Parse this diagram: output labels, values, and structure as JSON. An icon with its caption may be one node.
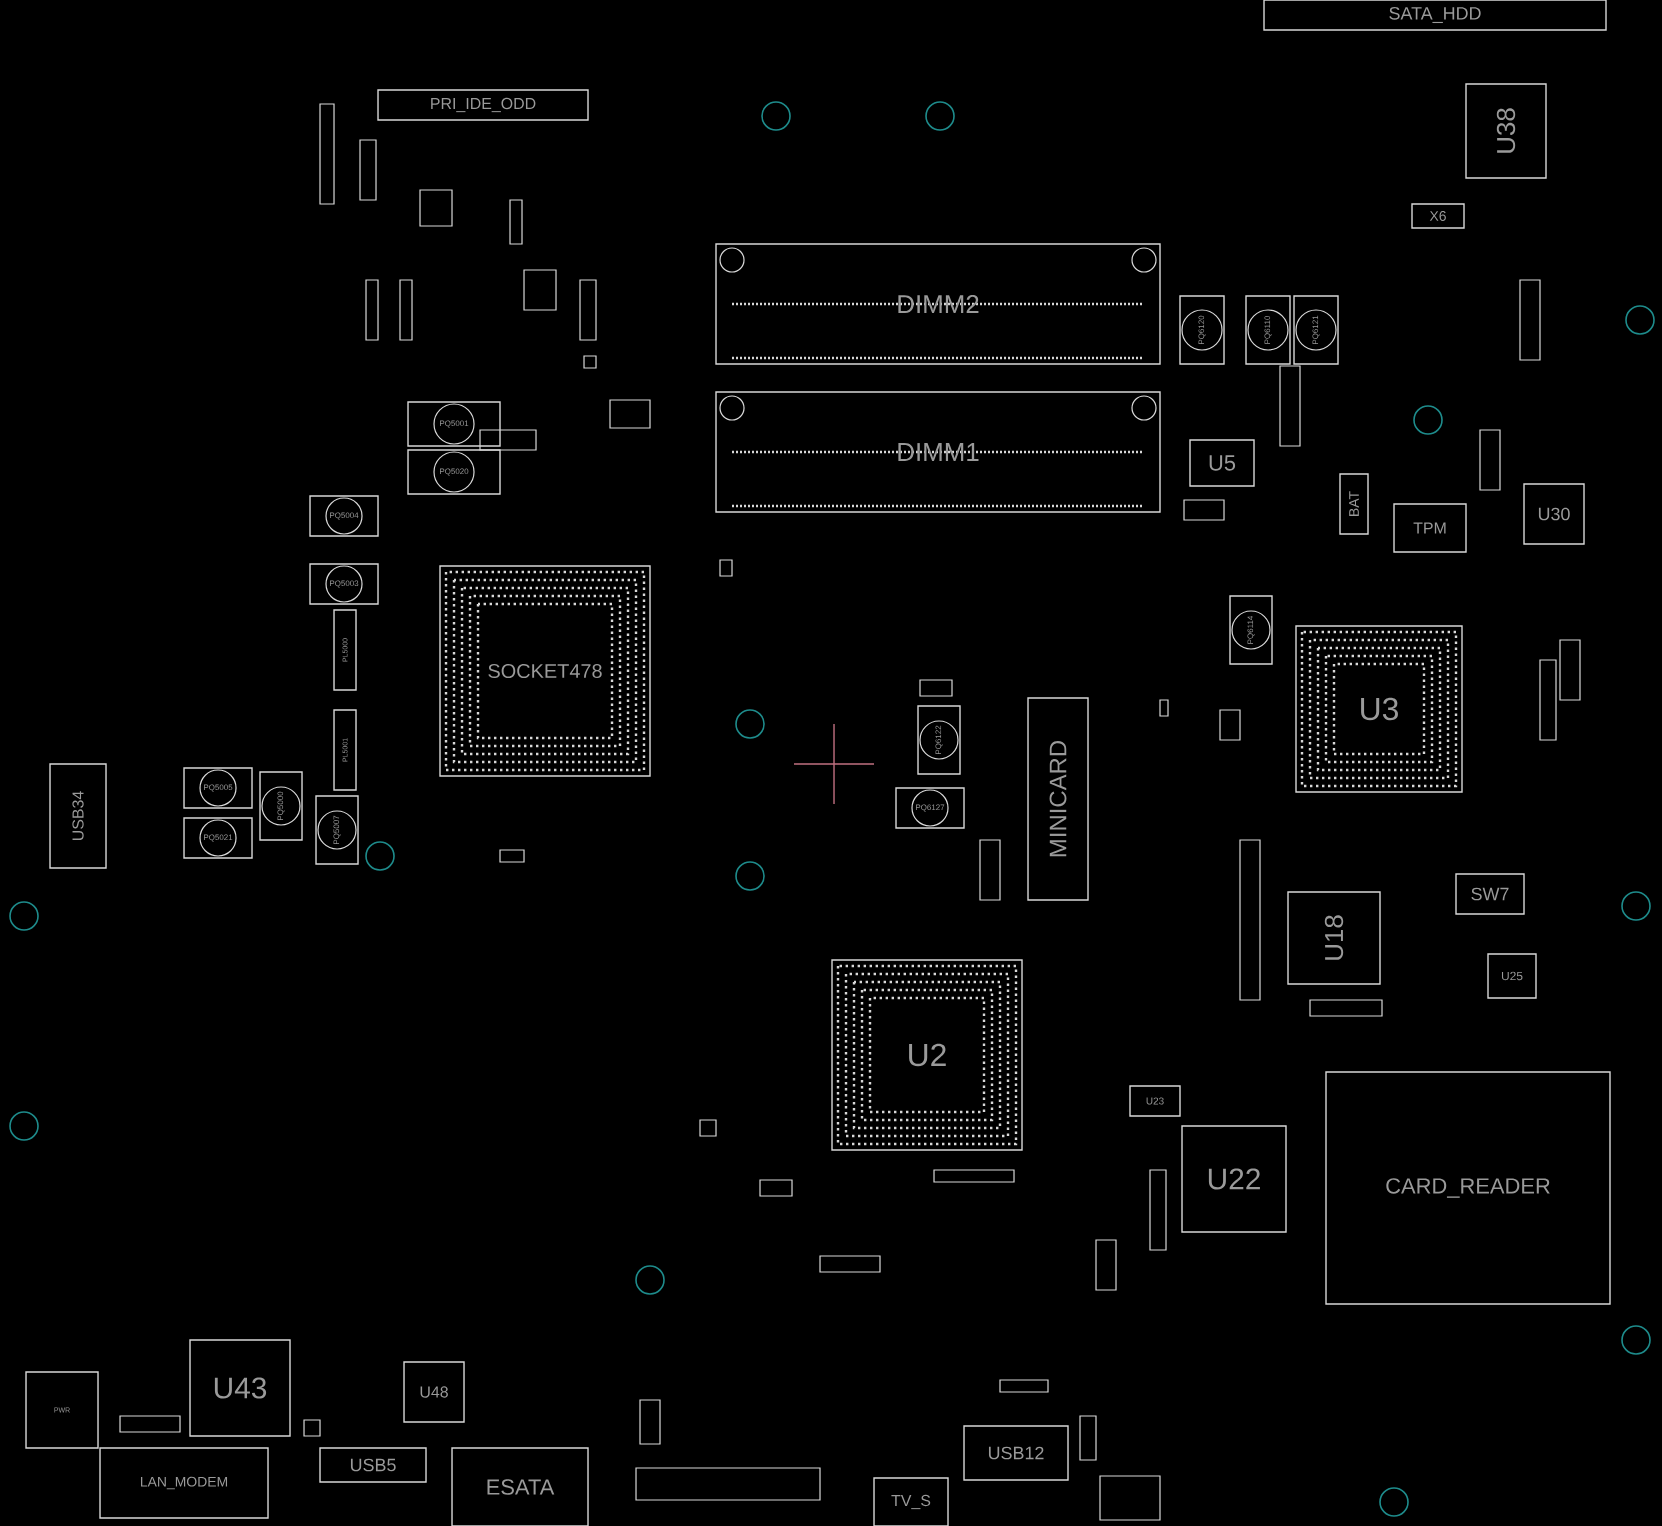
{
  "diagram": {
    "nodes": [
      {
        "text": [
          "SATA_HDD"
        ]
      },
      {
        "text": [
          "U38"
        ]
      },
      {
        "text": [
          "X6"
        ]
      },
      {
        "text": [
          "DIMM2"
        ]
      },
      {
        "text": [
          "DIMM1"
        ]
      },
      {
        "text": [
          "PQ6120"
        ]
      },
      {
        "text": [
          "PQ6110"
        ]
      },
      {
        "text": [
          "PQ6121"
        ]
      },
      {
        "text": [
          "U5"
        ]
      },
      {
        "text": [
          "BAT"
        ]
      },
      {
        "text": [
          "TPM"
        ]
      },
      {
        "text": [
          "U30"
        ]
      },
      {
        "text": [
          "PRI_IDE_ODD"
        ]
      },
      {
        "text": [
          "PQ5001"
        ]
      },
      {
        "text": [
          "PQ5020"
        ]
      },
      {
        "text": [
          "PQ5004"
        ]
      },
      {
        "text": [
          "PQ5003"
        ]
      },
      {
        "text": [
          "SOCKET478"
        ]
      },
      {
        "text": [
          "USB34"
        ]
      },
      {
        "text": [
          "PQ5005"
        ]
      },
      {
        "text": [
          "PQ5021"
        ]
      },
      {
        "text": [
          "PQ5000"
        ]
      },
      {
        "text": [
          "PQ5007"
        ]
      },
      {
        "text": [
          "PQ6122"
        ]
      },
      {
        "text": [
          "PQ6127"
        ]
      },
      {
        "text": [
          "MINICARD"
        ]
      },
      {
        "text": [
          "PQ6114"
        ]
      },
      {
        "text": [
          "U3"
        ]
      },
      {
        "text": [
          "SW7"
        ]
      },
      {
        "text": [
          "U18"
        ]
      },
      {
        "text": [
          "U25"
        ]
      },
      {
        "text": [
          "U2"
        ]
      },
      {
        "text": [
          "U23"
        ]
      },
      {
        "text": [
          "U22"
        ]
      },
      {
        "text": [
          "CARD_READER"
        ]
      },
      {
        "text": [
          "U43"
        ]
      },
      {
        "text": [
          "U48"
        ]
      },
      {
        "text": [
          "PWR"
        ]
      },
      {
        "text": [
          "LAN_MODEM"
        ]
      },
      {
        "text": [
          "USB5"
        ]
      },
      {
        "text": [
          "ESATA"
        ]
      },
      {
        "text": [
          "USB12"
        ]
      },
      {
        "text": [
          "TV_S"
        ]
      },
      {
        "text": [
          "PL5000"
        ]
      },
      {
        "text": [
          "PL5001"
        ]
      }
    ]
  }
}
